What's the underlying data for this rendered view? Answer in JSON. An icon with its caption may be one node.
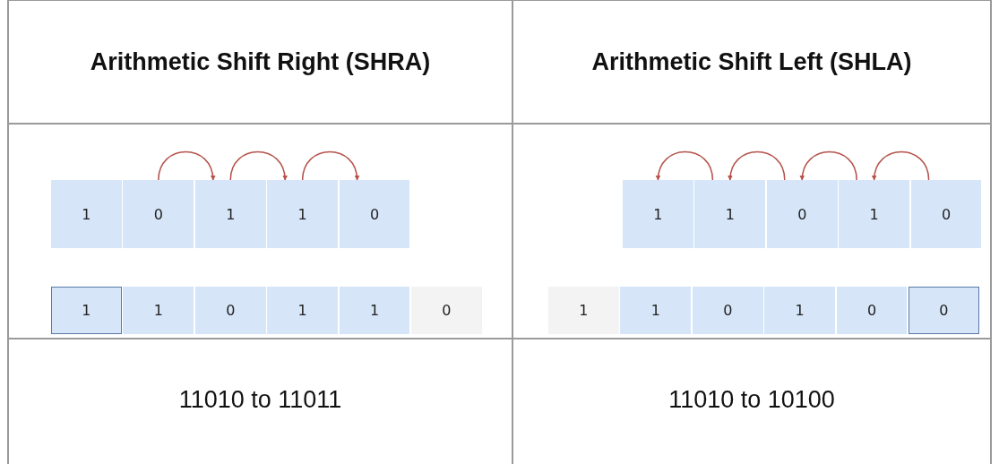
{
  "diagram": {
    "nodes": [
      {
        "text": [
          "1"
        ]
      },
      {
        "text": [
          "0"
        ]
      },
      {
        "text": [
          "1"
        ]
      },
      {
        "text": [
          "1"
        ]
      },
      {
        "text": [
          "0"
        ]
      },
      {
        "text": [
          "1"
        ]
      },
      {
        "text": [
          "1"
        ]
      },
      {
        "text": [
          "0"
        ]
      },
      {
        "text": [
          "1"
        ]
      },
      {
        "text": [
          "1"
        ]
      },
      {
        "text": [
          "0"
        ]
      },
      {
        "text": [
          "1"
        ]
      },
      {
        "text": [
          "1"
        ]
      },
      {
        "text": [
          "0"
        ]
      },
      {
        "text": [
          "1"
        ]
      },
      {
        "text": [
          "0"
        ]
      },
      {
        "text": [
          "1"
        ]
      },
      {
        "text": [
          "1"
        ]
      },
      {
        "text": [
          "0"
        ]
      },
      {
        "text": [
          "1"
        ]
      },
      {
        "text": [
          "0"
        ]
      },
      {
        "text": [
          "0"
        ]
      }
    ],
    "edges": [
      {
        "from": 1,
        "to": 2,
        "arrow": "to"
      },
      {
        "from": 2,
        "to": 3,
        "arrow": "to"
      },
      {
        "from": 3,
        "to": 4,
        "arrow": "to"
      },
      {
        "from": 12,
        "to": 11,
        "arrow": "to"
      },
      {
        "from": 13,
        "to": 12,
        "arrow": "to"
      },
      {
        "from": 14,
        "to": 13,
        "arrow": "to"
      },
      {
        "from": 15,
        "to": 14,
        "arrow": "to"
      }
    ],
    "labels": [
      "Arithmetic Shift Right (SHRA)",
      "Arithmetic Shift Left (SHLA)",
      "11010 to 11011",
      "11010 to 10100"
    ]
  }
}
